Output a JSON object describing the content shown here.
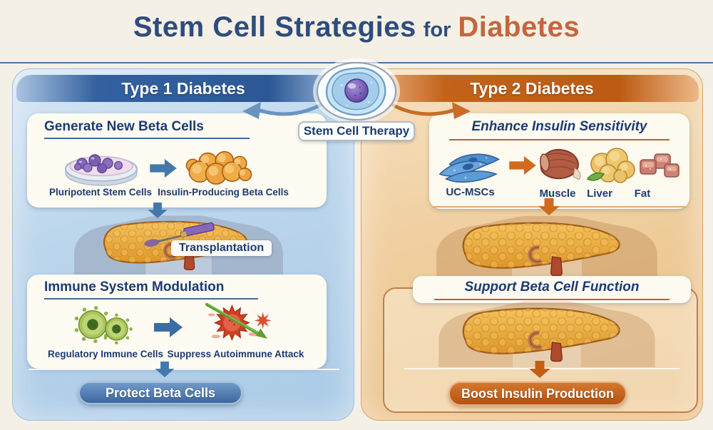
{
  "title": {
    "part1": "Stem Cell Strategies",
    "part2": "for",
    "part3": "Diabetes"
  },
  "center": {
    "label": "Stem Cell Therapy",
    "icon": "stem-cell-icon"
  },
  "type1": {
    "header": "Type 1 Diabetes",
    "generate": {
      "title": "Generate New Beta Cells",
      "item1": "Pluripotent Stem Cells",
      "item2": "Insulin-Producing Beta Cells",
      "icons": [
        "petri-dish-icon",
        "beta-cell-cluster-icon"
      ]
    },
    "transplant": "Transplantation",
    "immune": {
      "title": "Immune System Modulation",
      "item1": "Regulatory Immune Cells",
      "item2": "Suppress Autoimmune Attack",
      "icons": [
        "regulatory-cells-icon",
        "autoimmune-attack-icon"
      ]
    },
    "outcome": "Protect Beta Cells"
  },
  "type2": {
    "header": "Type 2 Diabetes",
    "sensitivity": {
      "title": "Enhance Insulin Sensitivity",
      "source": "UC-MSCs",
      "target1": "Muscle",
      "target2": "Liver",
      "target3": "Fat",
      "icons": [
        "msc-cells-icon",
        "muscle-icon",
        "liver-icon",
        "fat-icon"
      ]
    },
    "support": {
      "title": "Support Beta Cell Function",
      "icon": "pancreas-icon"
    },
    "outcome": "Boost Insulin Production"
  },
  "colors": {
    "background": "#f4f0e5",
    "navy_text": "#1d3a72",
    "title_blue": "#2e4c7e",
    "title_orange": "#c6653c",
    "type1_bar": "#2f5d9c",
    "type2_bar": "#bf5d14",
    "type1_panel": "#bcd6ec",
    "type2_panel": "#f0d0a1",
    "pill_blue": "#3c689f",
    "pill_orange": "#bb5a12",
    "arrow_blue": "#4478ac",
    "arrow_orange": "#d06a1e"
  }
}
